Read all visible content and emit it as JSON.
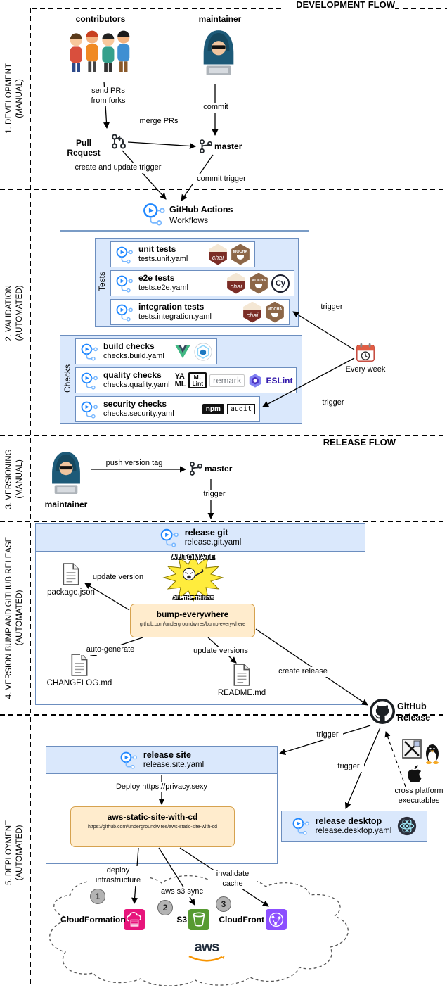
{
  "headers": {
    "development": "DEVELOPMENT FLOW",
    "release": "RELEASE FLOW"
  },
  "side_labels": {
    "s1": "1. DEVELOPMENT\n(MANUAL)",
    "s2": "2. VALIDATION\n(AUTOMATED)",
    "s3": "3. VERSIONING\n(MANUAL)",
    "s4": "4. VERSION BUMP AND GITHUB RELEASE\n(AUTOMATED)",
    "s5": "5. DEPLOYMENT\n(AUTOMATED)"
  },
  "labels": {
    "trigger": "trigger"
  },
  "development": {
    "contributors": "contributors",
    "maintainer": "maintainer",
    "send_prs": "send PRs\nfrom forks",
    "commit": "commit",
    "pull_request": "Pull Request",
    "merge_prs": "merge PRs",
    "master": "master",
    "create_update_trigger": "create and update trigger",
    "commit_trigger": "commit trigger"
  },
  "validation": {
    "workflows_title": "GitHub Actions",
    "workflows_subtitle": "Workflows",
    "tests_group": "Tests",
    "checks_group": "Checks",
    "rows": {
      "unit": {
        "title": "unit tests",
        "file": "tests.unit.yaml"
      },
      "e2e": {
        "title": "e2e tests",
        "file": "tests.e2e.yaml"
      },
      "integration": {
        "title": "integration tests",
        "file": "tests.integration.yaml"
      },
      "build": {
        "title": "build checks",
        "file": "checks.build.yaml"
      },
      "quality": {
        "title": "quality checks",
        "file": "checks.quality.yaml"
      },
      "security": {
        "title": "security checks",
        "file": "checks.security.yaml"
      }
    },
    "every_week": "Every week"
  },
  "versioning": {
    "maintainer": "maintainer",
    "push_version_tag": "push version tag",
    "master": "master"
  },
  "release_git": {
    "title": "release git",
    "file": "release.git.yaml",
    "package_json": "package.json",
    "update_version": "update version",
    "meme_top": "AUTOMATE",
    "meme_bottom": "ALL THE THINGS",
    "bump_title": "bump-everywhere",
    "bump_subtitle": "github.com/undergroundwires/bump-everywhere",
    "auto_generate": "auto-generate",
    "changelog": "CHANGELOG.md",
    "update_versions": "update versions",
    "readme": "README.md",
    "create_release": "create release",
    "github_release": "GitHub\nRelease"
  },
  "deployment": {
    "site_title": "release site",
    "site_file": "release.site.yaml",
    "deploy_label": "Deploy https://privacy.sexy",
    "cd_title": "aws-static-site-with-cd",
    "cd_subtitle": "https://github.com/undergroundwires/aws-static-site-with-cd",
    "desktop_title": "release desktop",
    "desktop_file": "release.desktop.yaml",
    "cross_platform": "cross platform\nexecutables",
    "deploy_infrastructure": "deploy\ninfrastructure",
    "aws_s3_sync": "aws s3 sync",
    "invalidate_cache": "invalidate\ncache",
    "steps": [
      "1",
      "2",
      "3"
    ],
    "cloudformation": "CloudFormation",
    "s3": "S3",
    "cloudfront": "CloudFront",
    "aws": "aws"
  },
  "badges": {
    "chai": "chai",
    "mocha": "MOCHA",
    "cypress": "Cy",
    "yaml": "YA\nML",
    "mdlint": "M↓\nLint",
    "remark": "remark",
    "eslint": "ESLint",
    "npm": "npm",
    "audit": "audit"
  },
  "colors": {
    "accent_blue": "#2088ff",
    "box_blue_fill": "#dae8fc",
    "box_blue_border": "#6c8ebf",
    "box_yellow_fill": "#ffeccd",
    "box_yellow_border": "#d6a24f"
  }
}
